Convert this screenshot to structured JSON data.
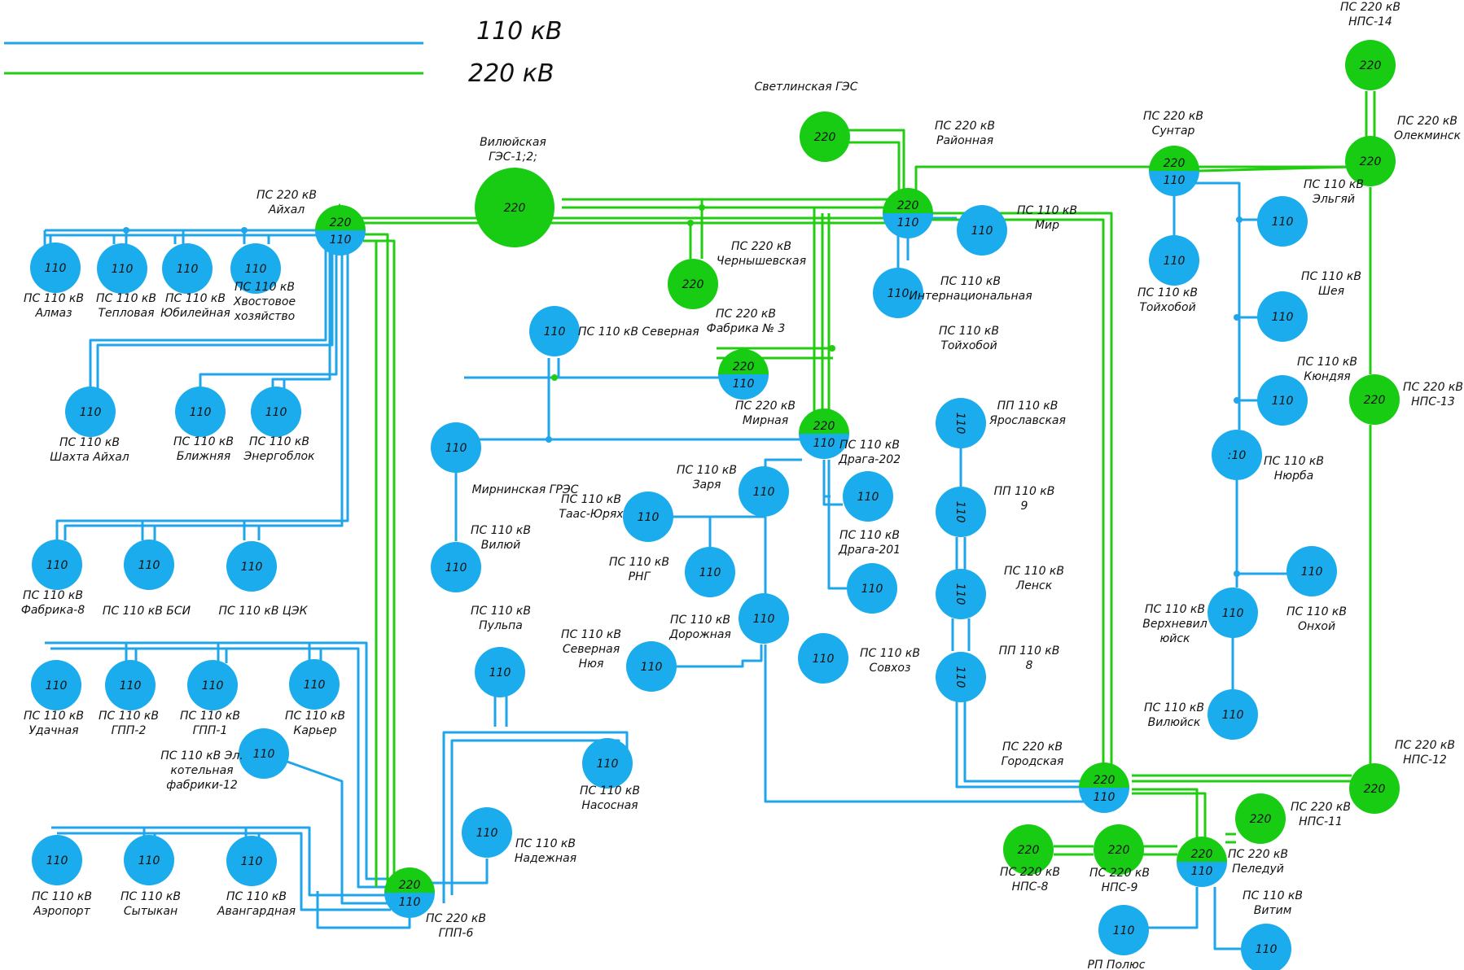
{
  "colors": {
    "line_110": "#1fa6ea",
    "line_220": "#22cc11",
    "node_110": "#1aacec",
    "node_220": "#18cc13"
  },
  "legend": [
    {
      "voltage": "110",
      "text": "110  кВ"
    },
    {
      "voltage": "220",
      "text": "220 кВ"
    }
  ],
  "nodes": [
    {
      "id": "almaz",
      "type": "110",
      "text": "110",
      "label": [
        "ПС 110 кВ",
        "Алмаз"
      ]
    },
    {
      "id": "teplovaya",
      "type": "110",
      "text": "110",
      "label": [
        "ПС 110 кВ",
        "Тепловая"
      ]
    },
    {
      "id": "yubileynaya",
      "type": "110",
      "text": "110",
      "label": [
        "ПС 110 кВ",
        "Юбилейная"
      ]
    },
    {
      "id": "khvost",
      "type": "110",
      "text": "110",
      "label": [
        "ПС 110 кВ",
        "Хвостовое",
        "хозяйство"
      ]
    },
    {
      "id": "aykhal",
      "type": "dual",
      "top": "220",
      "bottom": "110",
      "label": [
        "ПС 220 кВ",
        "Айхал"
      ]
    },
    {
      "id": "vilyuy_ges",
      "type": "220big",
      "text": "220",
      "label": [
        "Вилюйская",
        "ГЭС-1;2;"
      ]
    },
    {
      "id": "chernyshevskaya",
      "type": "220",
      "text": "220",
      "label": [
        "ПС 220 кВ",
        "Чернышевская"
      ]
    },
    {
      "id": "svetlinskaya",
      "type": "220",
      "text": "220",
      "label": [
        "Светлинская ГЭС"
      ]
    },
    {
      "id": "rayonnaya",
      "type": "dual",
      "top": "220",
      "bottom": "110",
      "label": [
        "ПС 220 кВ",
        "Районная"
      ]
    },
    {
      "id": "mir",
      "type": "110",
      "text": "110",
      "label": [
        "ПС 110 кВ",
        "Мир"
      ]
    },
    {
      "id": "internatsionalnaya",
      "type": "110",
      "text": "110",
      "label": [
        "ПС 110 кВ",
        "Интернациональная"
      ]
    },
    {
      "id": "suntar",
      "type": "dual",
      "top": "220",
      "bottom": "110",
      "label": [
        "ПС 220 кВ",
        "Сунтар"
      ]
    },
    {
      "id": "nps14",
      "type": "220",
      "text": "220",
      "label": [
        "ПС 220 кВ",
        "НПС-14"
      ]
    },
    {
      "id": "olekminsk",
      "type": "220",
      "text": "220",
      "label": [
        "ПС 220 кВ",
        "Олекминск"
      ]
    },
    {
      "id": "elgyay",
      "type": "110",
      "text": "110",
      "label": [
        "ПС 110 кВ",
        "Эльгяй"
      ]
    },
    {
      "id": "toykhodoy_s",
      "type": "110",
      "text": "110",
      "label": [
        "ПС 110 кВ",
        "Тойхобой"
      ]
    },
    {
      "id": "sheya",
      "type": "110",
      "text": "110",
      "label": [
        "ПС 110 кВ",
        "Шея"
      ]
    },
    {
      "id": "kyundyaya",
      "type": "110",
      "text": "110",
      "label": [
        "ПС 110 кВ",
        "Кюндяя"
      ]
    },
    {
      "id": "nps13",
      "type": "220",
      "text": "220",
      "label": [
        "ПС 220 кВ",
        "НПС-13"
      ]
    },
    {
      "id": "nyurba",
      "type": "110",
      "text": ":10",
      "label": [
        "ПС 110 кВ",
        "Нюрба"
      ]
    },
    {
      "id": "shakhta_aykhal",
      "type": "110",
      "text": "110",
      "label": [
        "ПС 110 кВ",
        "Шахта Айхал"
      ]
    },
    {
      "id": "blizhnyaya",
      "type": "110",
      "text": "110",
      "label": [
        "ПС 110 кВ",
        "Ближняя"
      ]
    },
    {
      "id": "energoblok",
      "type": "110",
      "text": "110",
      "label": [
        "ПС 110 кВ",
        "Энергоблок"
      ]
    },
    {
      "id": "severnaya",
      "type": "110",
      "text": "110",
      "label": [
        "ПС 110 кВ Северная"
      ]
    },
    {
      "id": "fabrika3",
      "type": "dual",
      "top": "220",
      "bottom": "110",
      "label": [
        "ПС 220 кВ",
        "Фабрика № 3"
      ]
    },
    {
      "id": "toykhodoy_m",
      "type": "none",
      "label": [
        "ПС 110 кВ",
        "Тойхобой"
      ]
    },
    {
      "id": "mirnaya",
      "type": "dual",
      "top": "220",
      "bottom": "110",
      "label": [
        "ПС 220 кВ",
        "Мирная"
      ]
    },
    {
      "id": "mirninskaya_gres",
      "type": "110",
      "text": "110",
      "label": [
        "Мирнинская ГРЭС"
      ]
    },
    {
      "id": "vilyuy",
      "type": "110",
      "text": "110",
      "label": [
        "ПС 110 кВ",
        "Вилюй"
      ]
    },
    {
      "id": "yaroslavskaya",
      "type": "110",
      "text": "110",
      "flip": true,
      "label": [
        "ПП 110 кВ",
        "Ярославская"
      ]
    },
    {
      "id": "pp9",
      "type": "110",
      "text": "110",
      "flip": true,
      "label": [
        "ПП 110 кВ",
        "9"
      ]
    },
    {
      "id": "lensk",
      "type": "110",
      "text": "110",
      "flip": true,
      "label": [
        "ПС 110 кВ",
        "Ленск"
      ]
    },
    {
      "id": "pp8",
      "type": "110",
      "text": "110",
      "flip": true,
      "label": [
        "ПП 110 кВ",
        "8"
      ]
    },
    {
      "id": "zarya",
      "type": "110",
      "text": "110",
      "label": [
        "ПС 110 кВ",
        "Заря"
      ]
    },
    {
      "id": "taas_yuryakh",
      "type": "110",
      "text": "110",
      "label": [
        "ПС 110 кВ",
        "Таас-Юрях"
      ]
    },
    {
      "id": "drag202",
      "type": "110",
      "text": "110",
      "label": [
        "ПС 110 кВ",
        "Драга-202"
      ]
    },
    {
      "id": "rng",
      "type": "110",
      "text": "110",
      "label": [
        "ПС 110 кВ",
        "РНГ"
      ]
    },
    {
      "id": "drag201",
      "type": "110",
      "text": "110",
      "label": [
        "ПС 110 кВ",
        "Драга-201"
      ]
    },
    {
      "id": "dorozhnaya",
      "type": "110",
      "text": "110",
      "label": [
        "ПС 110 кВ",
        "Дорожная"
      ]
    },
    {
      "id": "severnaya_nyuya",
      "type": "110",
      "text": "110",
      "label": [
        "ПС 110 кВ",
        "Северная",
        "Нюя"
      ]
    },
    {
      "id": "sovkhoz",
      "type": "110",
      "text": "110",
      "label": [
        "ПС 110 кВ",
        "Совхоз"
      ]
    },
    {
      "id": "fabrika8",
      "type": "110",
      "text": "110",
      "label": [
        "ПС 110 кВ",
        "Фабрика-8"
      ]
    },
    {
      "id": "bsi",
      "type": "110",
      "text": "110",
      "label": [
        "ПС 110 кВ БСИ"
      ]
    },
    {
      "id": "tsek",
      "type": "110",
      "text": "110",
      "label": [
        "ПС 110 кВ ЦЭК"
      ]
    },
    {
      "id": "verkhnevilyuysk",
      "type": "110",
      "text": "110",
      "label": [
        "ПС 110 кВ",
        "Верхневил",
        "юйск"
      ]
    },
    {
      "id": "onkhoy",
      "type": "110",
      "text": "110",
      "label": [
        "ПС 110 кВ",
        "Онхой"
      ]
    },
    {
      "id": "vilyuysk",
      "type": "110",
      "text": "110",
      "label": [
        "ПС 110 кВ",
        "Вилюйск"
      ]
    },
    {
      "id": "nps12",
      "type": "220",
      "text": "220",
      "label": [
        "ПС 220 кВ",
        "НПС-12"
      ]
    },
    {
      "id": "pulpa",
      "type": "110",
      "text": "110",
      "label": [
        "ПС 110 кВ",
        "Пульпа"
      ]
    },
    {
      "id": "udachnaya",
      "type": "110",
      "text": "110",
      "label": [
        "ПС 110 кВ",
        "Удачная"
      ]
    },
    {
      "id": "gpp2",
      "type": "110",
      "text": "110",
      "label": [
        "ПС 110 кВ",
        "ГПП-2"
      ]
    },
    {
      "id": "gpp1",
      "type": "110",
      "text": "110",
      "label": [
        "ПС 110 кВ",
        "ГПП-1"
      ]
    },
    {
      "id": "karer",
      "type": "110",
      "text": "110",
      "label": [
        "ПС 110 кВ",
        "Карьер"
      ]
    },
    {
      "id": "el_kotelnaya",
      "type": "110",
      "text": "110",
      "label": [
        "ПС 110 кВ Эл.",
        "котельная",
        "фабрики-12"
      ]
    },
    {
      "id": "nasosnaya",
      "type": "110",
      "text": "110",
      "label": [
        "ПС 110 кВ",
        "Насосная"
      ]
    },
    {
      "id": "gorodskaya",
      "type": "dual",
      "top": "220",
      "bottom": "110",
      "label": [
        "ПС 220 кВ",
        "Городская"
      ]
    },
    {
      "id": "nps11",
      "type": "220",
      "text": "220",
      "label": [
        "ПС 220 кВ",
        "НПС-11"
      ]
    },
    {
      "id": "nadezhnaya",
      "type": "110",
      "text": "110",
      "label": [
        "ПС 110 кВ",
        "Надежная"
      ]
    },
    {
      "id": "gpp6",
      "type": "dual",
      "top": "220",
      "bottom": "110",
      "label": [
        "ПС 220 кВ",
        "ГПП-6"
      ]
    },
    {
      "id": "nps8",
      "type": "220",
      "text": "220",
      "label": [
        "ПС 220 кВ",
        "НПС-8"
      ]
    },
    {
      "id": "nps9",
      "type": "220",
      "text": "220",
      "label": [
        "ПС 220 кВ",
        "НПС-9"
      ]
    },
    {
      "id": "peleduy",
      "type": "dual",
      "top": "220",
      "bottom": "110",
      "label": [
        "ПС 220 кВ",
        "Пеледуй"
      ]
    },
    {
      "id": "aeroport",
      "type": "110",
      "text": "110",
      "label": [
        "ПС 110 кВ",
        "Аэропорт"
      ]
    },
    {
      "id": "sytykan",
      "type": "110",
      "text": "110",
      "label": [
        "ПС 110 кВ",
        "Сытыкан"
      ]
    },
    {
      "id": "avangardnaya",
      "type": "110",
      "text": "110",
      "label": [
        "ПС 110 кВ",
        "Авангардная"
      ]
    },
    {
      "id": "rp_polyus",
      "type": "110",
      "text": "110",
      "label": [
        "РП Полюс"
      ]
    },
    {
      "id": "vitim",
      "type": "110",
      "text": "110",
      "label": [
        "ПС 110 кВ",
        "Витим"
      ]
    }
  ]
}
